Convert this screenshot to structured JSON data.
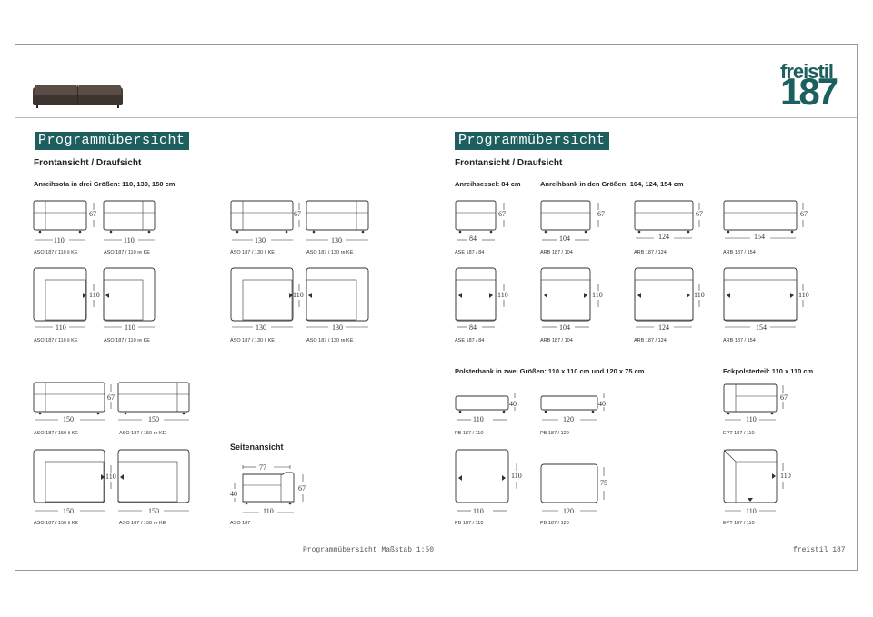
{
  "header": {
    "logo_top": "freistil",
    "logo_bottom": "187",
    "brand_color": "#1d5f5f"
  },
  "left": {
    "banner": "Programmübersicht",
    "heading": "Frontansicht / Draufsicht",
    "subheading": "Anreihsofa in drei Größen: 110, 130, 150 cm",
    "side_heading": "Seitenansicht",
    "d110": "110",
    "d130": "130",
    "d150": "150",
    "d67": "67",
    "c110li": "ASO 187 / 110 li KE",
    "c110re": "ASO 187 / 110 re KE",
    "c130li": "ASO 187 / 130 li KE",
    "c130re": "ASO 187 / 130 re KE",
    "c150li": "ASO 187 / 150 li KE",
    "c150re": "ASO 187 / 150 re KE",
    "side": {
      "d77": "77",
      "d40": "40",
      "d67": "67",
      "d110": "110",
      "caption": "ASO 187"
    },
    "footer": "Programmübersicht Maßstab 1:50"
  },
  "right": {
    "banner": "Programmübersicht",
    "heading": "Frontansicht / Draufsicht",
    "sub_sessel": "Anreihsessel: 84 cm",
    "sub_bank": "Anreihbank in den Größen: 104, 124, 154 cm",
    "sub_polster": "Polsterbank in zwei Größen: 110 x 110 cm und 120 x 75 cm",
    "sub_eck": "Eckpolsterteil: 110 x 110 cm",
    "d84": "84",
    "d104": "104",
    "d124": "124",
    "d154": "154",
    "d67": "67",
    "d110": "110",
    "d120": "120",
    "d40": "40",
    "d75": "75",
    "cASE": "ASE 187 / 84",
    "cARB104": "ARB 187 / 104",
    "cARB124": "ARB 187 / 124",
    "cARB154": "ARB 187 / 154",
    "cPB110": "PB 187 / 110",
    "cPB120": "PB 187 / 120",
    "cEPT": "EPT 187 / 110",
    "footer": "freistil 187"
  }
}
